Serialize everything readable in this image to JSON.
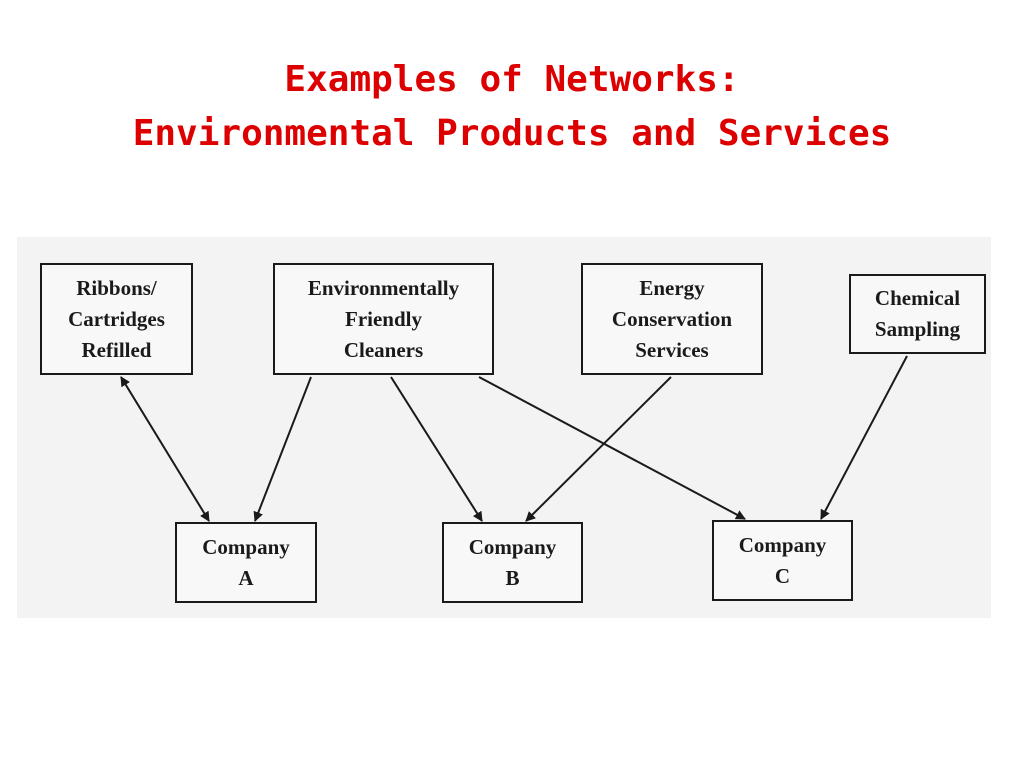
{
  "title": {
    "line1": "Examples of Networks:",
    "line2": "Environmental Products and Services"
  },
  "nodes": {
    "ribbons": [
      "Ribbons/",
      "Cartridges",
      "Refilled"
    ],
    "cleaners": [
      "Environmentally",
      "Friendly",
      "Cleaners"
    ],
    "energy": [
      "Energy",
      "Conservation",
      "Services"
    ],
    "chemical": [
      "Chemical",
      "Sampling"
    ],
    "company_a": [
      "Company",
      "A"
    ],
    "company_b": [
      "Company",
      "B"
    ],
    "company_c": [
      "Company",
      "C"
    ]
  },
  "edges": [
    {
      "from": "ribbons",
      "to": "company_a",
      "bidirectional": true
    },
    {
      "from": "cleaners",
      "to": "company_a",
      "bidirectional": false
    },
    {
      "from": "cleaners",
      "to": "company_b",
      "bidirectional": false
    },
    {
      "from": "cleaners",
      "to": "company_c",
      "bidirectional": false
    },
    {
      "from": "energy",
      "to": "company_b",
      "bidirectional": false
    },
    {
      "from": "chemical",
      "to": "company_c",
      "bidirectional": false
    }
  ],
  "colors": {
    "title": "#dd0000",
    "line": "#1a1a1a",
    "panel": "#f3f3f3"
  }
}
